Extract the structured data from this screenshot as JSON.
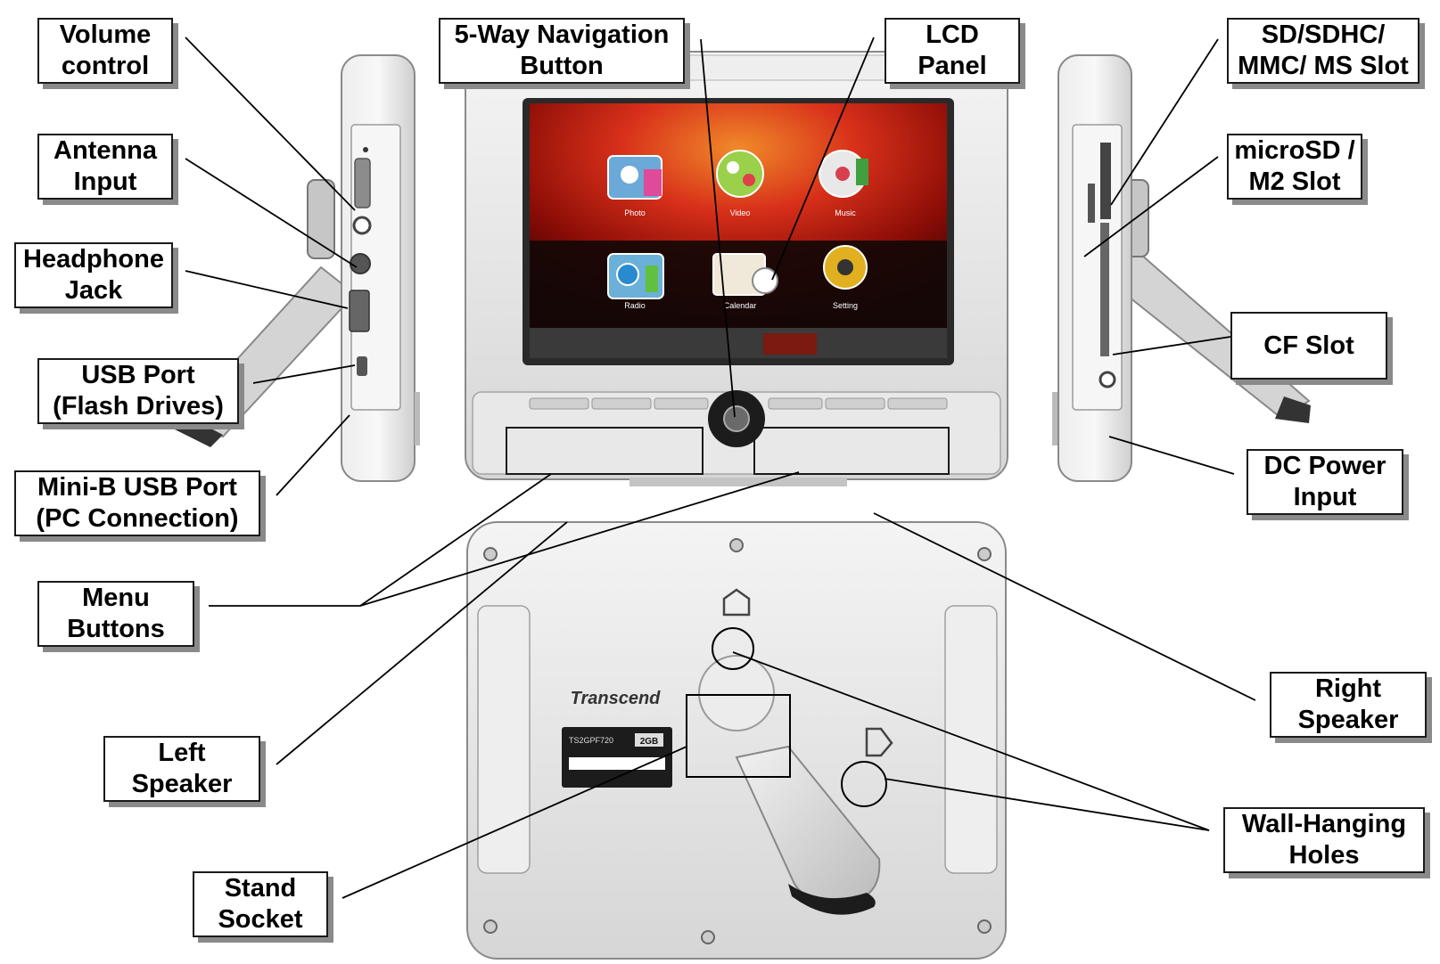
{
  "callouts": {
    "volume_control": {
      "line1": "Volume",
      "line2": "control"
    },
    "antenna_input": {
      "line1": "Antenna",
      "line2": "Input"
    },
    "headphone_jack": {
      "line1": "Headphone",
      "line2": "Jack"
    },
    "usb_port": {
      "line1": "USB Port",
      "line2": "(Flash Drives)"
    },
    "mini_b_usb_port": {
      "line1": "Mini-B USB Port",
      "line2": "(PC Connection)"
    },
    "menu_buttons": {
      "line1": "Menu",
      "line2": "Buttons"
    },
    "left_speaker": {
      "line1": "Left",
      "line2": "Speaker"
    },
    "stand_socket": {
      "line1": "Stand",
      "line2": "Socket"
    },
    "navigation_button": {
      "line1": "5-Way Navigation",
      "line2": "Button"
    },
    "lcd_panel": {
      "line1": "LCD",
      "line2": "Panel"
    },
    "sd_slot": {
      "line1": "SD/SDHC/",
      "line2": "MMC/ MS Slot"
    },
    "microsd_slot": {
      "line1": "microSD /",
      "line2": "M2 Slot"
    },
    "cf_slot": {
      "line1": "CF Slot"
    },
    "dc_power": {
      "line1": "DC Power",
      "line2": "Input"
    },
    "right_speaker": {
      "line1": "Right",
      "line2": "Speaker"
    },
    "wall_holes": {
      "line1": "Wall-Hanging",
      "line2": "Holes"
    }
  },
  "screen_menu": [
    "Photo",
    "Video",
    "Music",
    "Radio",
    "Calendar",
    "Setting"
  ],
  "brand": "Transcend",
  "label_model": "TS2GPF720",
  "label_capacity": "2GB",
  "colors": {
    "device_body": "#e4e4e4",
    "device_edge": "#9a9a9a",
    "screen_red": "#c81a0c",
    "screen_dark": "#1a1a1a",
    "label_box": "#1a1a1a",
    "line": "#000000"
  }
}
